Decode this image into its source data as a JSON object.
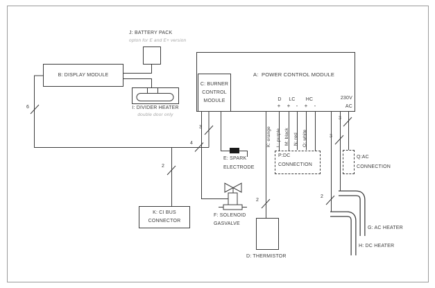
{
  "diagram": {
    "battery_pack": {
      "label": "J: BATTERY PACK",
      "note": "opton for E and E+ version"
    },
    "display_module": {
      "label": "B: DISPLAY MODULE"
    },
    "divider_heater": {
      "label": "I: DIVIDER HEATER",
      "note": "double door only"
    },
    "power_module": {
      "label": "A:  POWER CONTROL MODULE",
      "voltage": "230V",
      "current": "AC",
      "terminals": {
        "d": "D",
        "lc": "LC",
        "hc": "HC"
      },
      "polarity": [
        "+",
        "+",
        "-",
        "+",
        "-"
      ]
    },
    "burner_module": {
      "line1": "C: BURNER",
      "line2": "CONTROL",
      "line3": "MODULE"
    },
    "spark_electrode": {
      "line1": "E: SPARK",
      "line2": "ELECTRODE"
    },
    "solenoid_gasvalve": {
      "line1": "F: SOLENOID",
      "line2": "GASVALVE"
    },
    "thermistor": {
      "label": "D: THERMISTOR"
    },
    "ci_bus_connector": {
      "line1": "K: CI BUS",
      "line2": "CONNECTOR"
    },
    "dc_connection": {
      "line1": "P:DC",
      "line2": "CONNECTION"
    },
    "ac_connection": {
      "line1": "Q:AC",
      "line2": "CONNECTION"
    },
    "ac_heater": {
      "label": "G: AC HEATER"
    },
    "dc_heater": {
      "label": "H: DC HEATER"
    },
    "wire_colors": {
      "k": "K: orange",
      "l": "L: purple",
      "m": "M: black",
      "n": "N: red",
      "o": "O: white"
    },
    "wire_counts": {
      "display_bus": "6",
      "bus_junction": "4",
      "burner_link": "3",
      "ci_bus": "2",
      "thermistor": "2",
      "dc_heater_wire": "2",
      "ac_heater_wire": "3",
      "ac_connection_wire": "3"
    },
    "colors": {
      "line": "#3a3a3a",
      "muted": "#a6a6a6"
    }
  }
}
